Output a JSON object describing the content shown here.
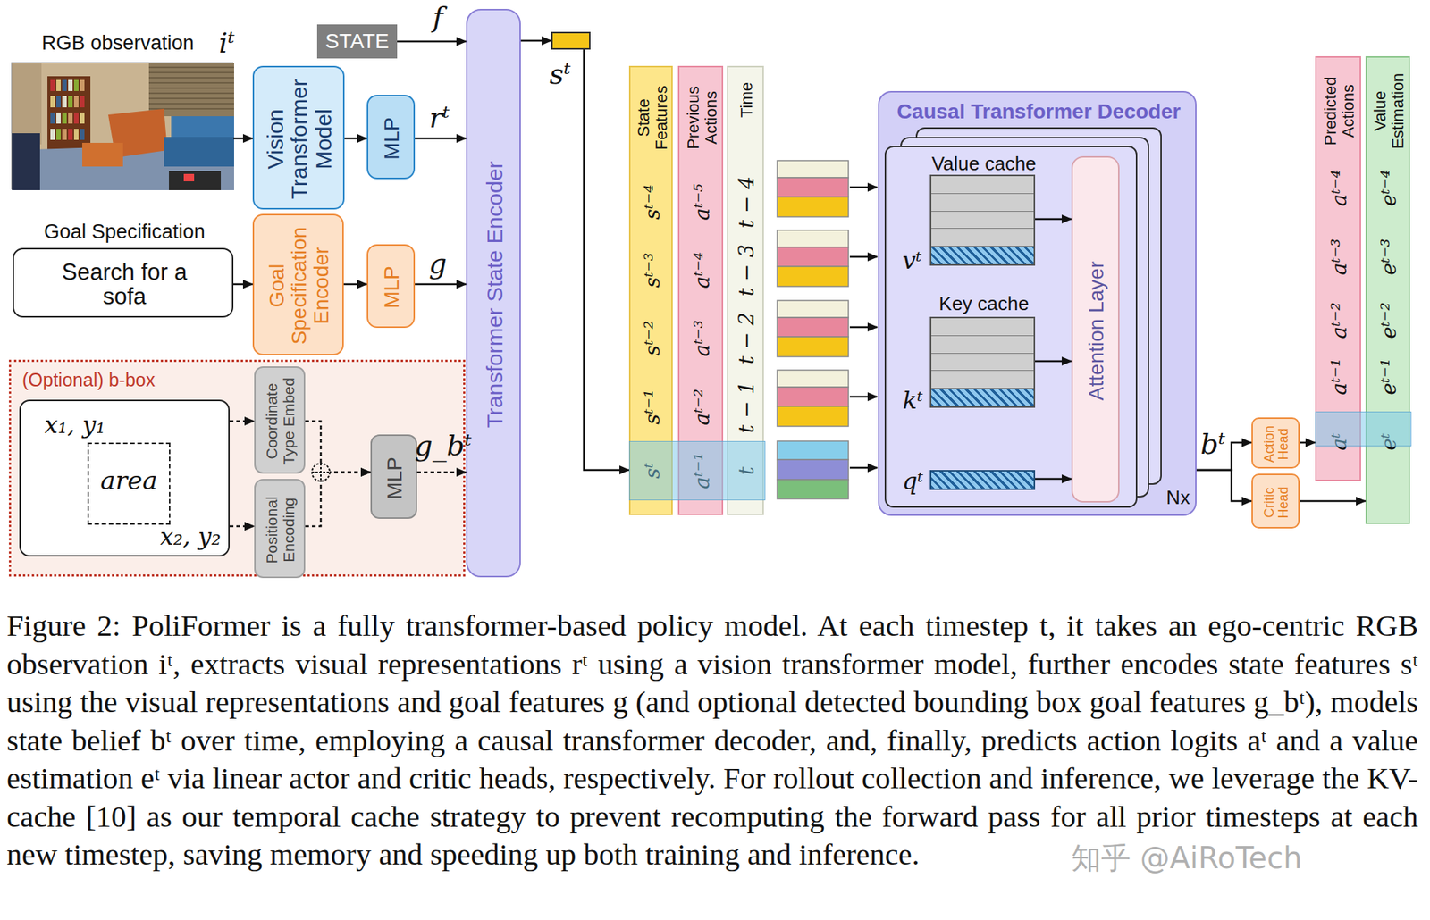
{
  "diagram": {
    "caption": "Figure 2: PoliFormer is a fully transformer-based policy model. At each timestep t, it takes an ego-centric RGB observation iᵗ, extracts visual representations rᵗ using a vision transformer model, further encodes state features sᵗ using the visual representations and goal features g (and optional detected bounding box goal features g_bᵗ), models state belief bᵗ over time, employing a causal transformer decoder, and, finally, predicts action logits aᵗ and a value estimation eᵗ via linear actor and critic heads, respectively. For rollout collection and inference, we leverage the KV-cache [10] as our temporal cache strategy to prevent recomputing the forward pass for all prior timesteps at each new timestep, saving memory and speeding up both training and inference.",
    "nodes": [
      {
        "text": [
          "RGB observation",
          "iᵗ"
        ]
      },
      {
        "text": [
          "STATE"
        ]
      },
      {
        "text": [
          "Vision Transformer Model"
        ]
      },
      {
        "text": [
          "MLP"
        ]
      },
      {
        "text": [
          "Goal Specification",
          "Search for a sofa"
        ]
      },
      {
        "text": [
          "Goal Specification Encoder"
        ]
      },
      {
        "text": [
          "MLP"
        ]
      },
      {
        "text": [
          "(Optional) b-box"
        ]
      },
      {
        "text": [
          "x₁, y₁",
          "area",
          "x₂, y₂"
        ],
        "in": 7
      },
      {
        "text": [
          "Coordinate Type Embed"
        ],
        "in": 7
      },
      {
        "text": [
          "Positional Encoding"
        ],
        "in": 7
      },
      {
        "text": [
          "MLP"
        ],
        "in": 7
      },
      {
        "text": [
          "Transformer State Encoder"
        ]
      },
      {
        "text": [
          "sᵗ"
        ]
      },
      {
        "text": [
          "State Features",
          "sᵗ⁻⁴",
          "sᵗ⁻³",
          "sᵗ⁻²",
          "sᵗ⁻¹",
          "sᵗ"
        ]
      },
      {
        "text": [
          "Previous Actions",
          "aᵗ⁻⁵",
          "aᵗ⁻⁴",
          "aᵗ⁻³",
          "aᵗ⁻²",
          "aᵗ⁻¹"
        ]
      },
      {
        "text": [
          "Time",
          "t − 4",
          "t − 3",
          "t − 2",
          "t − 1",
          "t"
        ]
      },
      {
        "text": [
          "Causal Transformer Decoder",
          "Nx"
        ]
      },
      {
        "text": [
          "Value cache",
          "vᵗ"
        ],
        "in": 17
      },
      {
        "text": [
          "Key cache",
          "kᵗ"
        ],
        "in": 17
      },
      {
        "text": [
          "qᵗ"
        ],
        "in": 17
      },
      {
        "text": [
          "Attention Layer"
        ],
        "in": 17
      },
      {
        "text": [
          "Action Head"
        ]
      },
      {
        "text": [
          "Critic Head"
        ]
      },
      {
        "text": [
          "Predicted Actions",
          "aᵗ⁻⁴",
          "aᵗ⁻³",
          "aᵗ⁻²",
          "aᵗ⁻¹",
          "aᵗ"
        ]
      },
      {
        "text": [
          "Value Estimation",
          "eᵗ⁻⁴",
          "eᵗ⁻³",
          "eᵗ⁻²",
          "eᵗ⁻¹",
          "eᵗ"
        ]
      }
    ],
    "edges": [
      {
        "from": 0,
        "to": 2,
        "arrow": "to"
      },
      {
        "from": 2,
        "to": 3,
        "arrow": "to"
      },
      {
        "from": 3,
        "to": 12,
        "label": "rᵗ",
        "arrow": "to"
      },
      {
        "from": 1,
        "to": 12,
        "label": "f",
        "arrow": "to"
      },
      {
        "from": 4,
        "to": 5,
        "arrow": "to"
      },
      {
        "from": 5,
        "to": 6,
        "arrow": "to"
      },
      {
        "from": 6,
        "to": 12,
        "label": "g",
        "arrow": "to"
      },
      {
        "from": 8,
        "to": 9,
        "arrow": "to"
      },
      {
        "from": 8,
        "to": 10,
        "arrow": "to"
      },
      {
        "from": 9,
        "to": 11,
        "arrow": "to"
      },
      {
        "from": 10,
        "to": 11,
        "arrow": "to"
      },
      {
        "from": 11,
        "to": 12,
        "label": "g_bᵗ",
        "arrow": "to"
      },
      {
        "from": 12,
        "to": 13,
        "arrow": "to"
      },
      {
        "from": 13,
        "to": 14,
        "arrow": "to"
      },
      {
        "from": 18,
        "to": 21,
        "arrow": "to"
      },
      {
        "from": 19,
        "to": 21,
        "arrow": "to"
      },
      {
        "from": 20,
        "to": 21,
        "arrow": "to"
      },
      {
        "from": 17,
        "to": 22,
        "label": "bᵗ",
        "arrow": "to"
      },
      {
        "from": 17,
        "to": 23,
        "arrow": "to"
      },
      {
        "from": 22,
        "to": 24,
        "arrow": "to"
      },
      {
        "from": 23,
        "to": 25,
        "arrow": "to"
      }
    ],
    "labels": [
      "知乎 @AiRoTech"
    ]
  }
}
